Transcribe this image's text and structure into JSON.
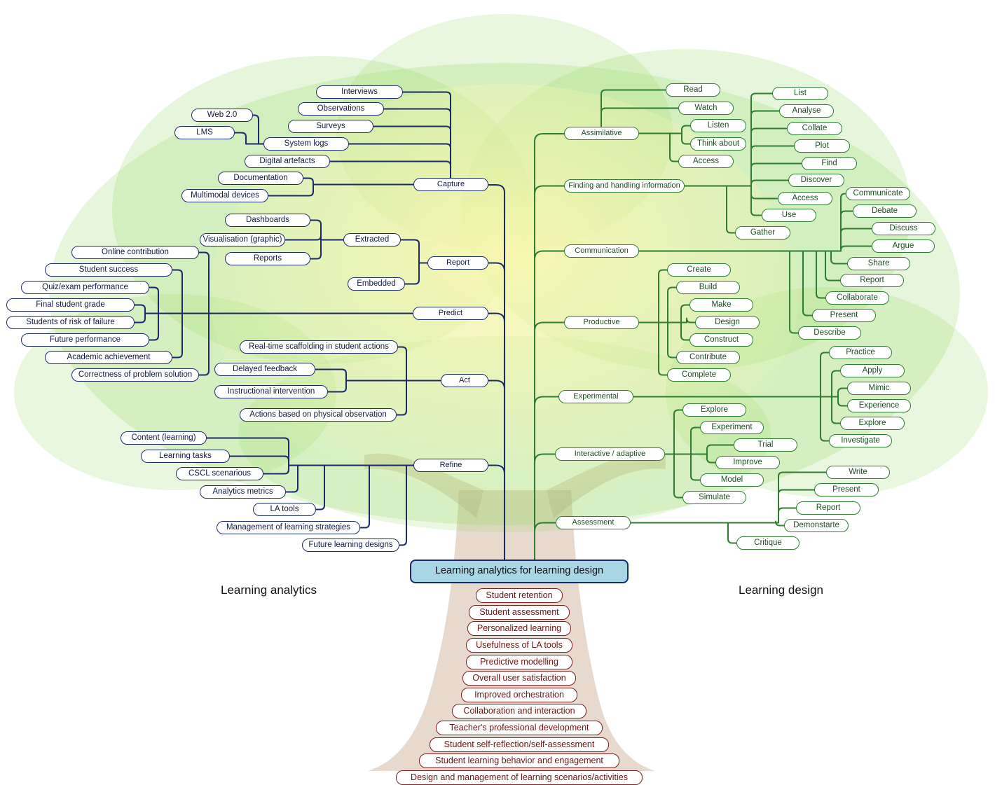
{
  "root": "Learning analytics for learning design",
  "sections": {
    "left": "Learning analytics",
    "right": "Learning design"
  },
  "colors": {
    "analytics": "#1b2a6b",
    "design": "#2e7d32",
    "outcomes": "#7b1f1f",
    "root_fill": "#a9d6e5"
  },
  "analytics": {
    "capture": {
      "label": "Capture",
      "items": [
        "Interviews",
        "Observations",
        "Surveys",
        "System logs",
        "Web 2.0",
        "LMS",
        "Digital artefacts",
        "Documentation",
        "Multimodal devices"
      ]
    },
    "report": {
      "label": "Report",
      "extracted": "Extracted",
      "embedded": "Embedded",
      "items": [
        "Dashboards",
        "Visualisation (graphic)",
        "Reports"
      ]
    },
    "predict": {
      "label": "Predict",
      "items": [
        "Online contribution",
        "Student success",
        "Quiz/exam performance",
        "Final student grade",
        "Students of risk of failure",
        "Future performance",
        "Academic achievement",
        "Correctness of problem solution"
      ]
    },
    "act": {
      "label": "Act",
      "items": [
        "Real-time scaffolding in student actions",
        "Delayed feedback",
        "Instructional intervention",
        "Actions based on physical observation"
      ]
    },
    "refine": {
      "label": "Refine",
      "items": [
        "Content (learning)",
        "Learning tasks",
        "CSCL scenarious",
        "Analytics metrics",
        "LA tools",
        "Management of learning strategies",
        "Future learning designs"
      ]
    }
  },
  "design": {
    "assimilative": {
      "label": "Assimilative",
      "items": [
        "Read",
        "Watch",
        "Listen",
        "Think about",
        "Access"
      ]
    },
    "finding": {
      "label": "Finding and handling information",
      "items": [
        "List",
        "Analyse",
        "Collate",
        "Plot",
        "Find",
        "Discover",
        "Access",
        "Use",
        "Gather"
      ]
    },
    "communication": {
      "label": "Communication",
      "items": [
        "Communicate",
        "Debate",
        "Discuss",
        "Argue",
        "Share",
        "Report",
        "Collaborate",
        "Present",
        "Describe"
      ]
    },
    "productive": {
      "label": "Productive",
      "items": [
        "Create",
        "Build",
        "Make",
        "Design",
        "Construct",
        "Contribute",
        "Complete"
      ]
    },
    "experimental": {
      "label": "Experimental",
      "items": [
        "Practice",
        "Apply",
        "Mimic",
        "Experience",
        "Explore",
        "Investigate"
      ]
    },
    "interactive": {
      "label": "Interactive / adaptive",
      "items": [
        "Explore",
        "Experiment",
        "Trial",
        "Improve",
        "Model",
        "Simulate"
      ]
    },
    "assessment": {
      "label": "Assessment",
      "items": [
        "Write",
        "Present",
        "Report",
        "Demonstarte",
        "Critique"
      ]
    }
  },
  "outcomes": [
    "Student retention",
    "Student assessment",
    "Personalized learning",
    "Usefulness of LA tools",
    "Predictive modelling",
    "Overall user satisfaction",
    "Improved orchestration",
    "Collaboration and interaction",
    "Teacher's professional development",
    "Student self-reflection/self-assessment",
    "Student learning behavior and engagement",
    "Design and management of learning scenarios/activities"
  ]
}
